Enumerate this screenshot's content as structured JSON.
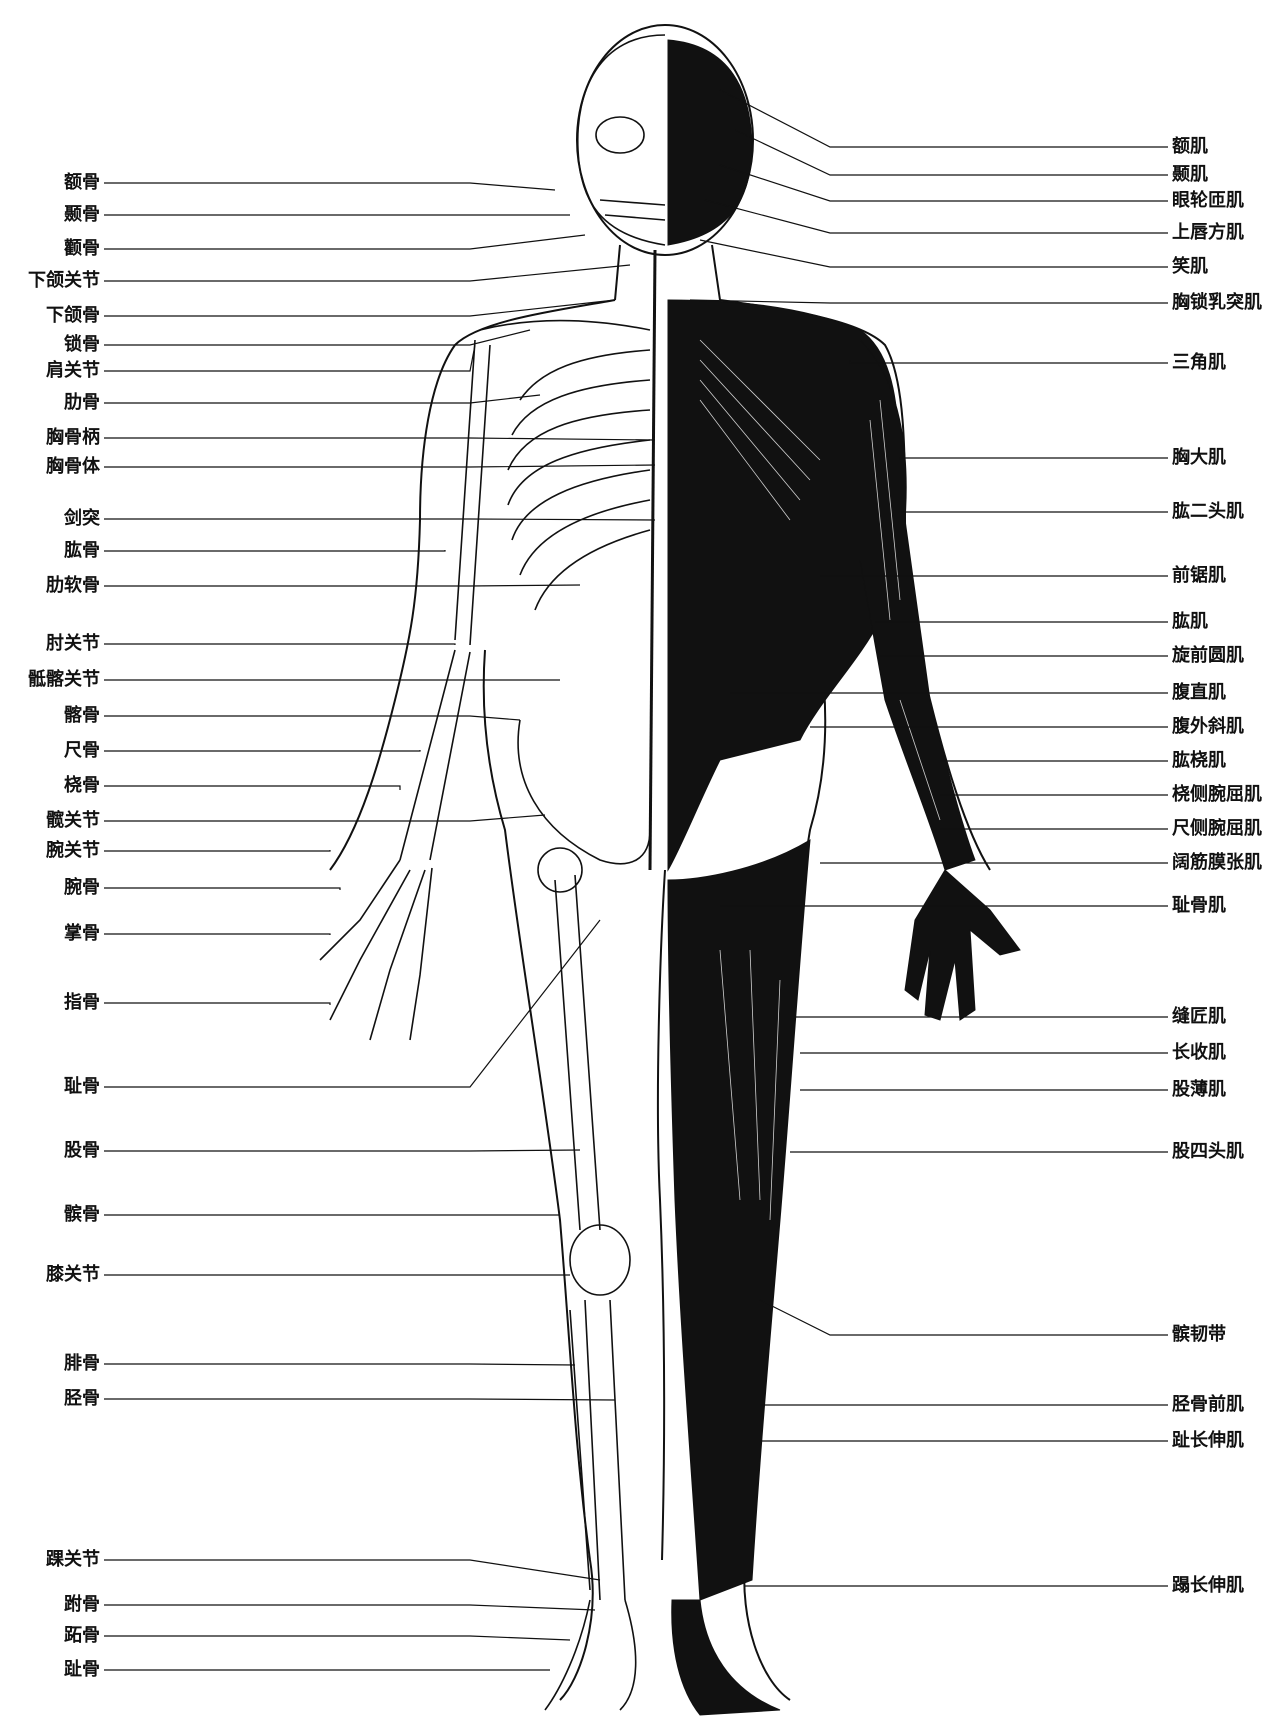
{
  "left_labels": [
    "额骨",
    "颞骨",
    "颧骨",
    "下颌关节",
    "下颌骨",
    "锁骨",
    "肩关节",
    "肋骨",
    "胸骨柄",
    "胸骨体",
    "剑突",
    "肱骨",
    "肋软骨",
    "肘关节",
    "骶髂关节",
    "髂骨",
    "尺骨",
    "桡骨",
    "髋关节",
    "腕关节",
    "腕骨",
    "掌骨",
    "指骨",
    "耻骨",
    "股骨",
    "髌骨",
    "膝关节",
    "腓骨",
    "胫骨",
    "踝关节",
    "跗骨",
    "跖骨",
    "趾骨"
  ],
  "right_labels": [
    "额肌",
    "颞肌",
    "眼轮匝肌",
    "上唇方肌",
    "笑肌",
    "胸锁乳突肌",
    "三角肌",
    "胸大肌",
    "肱二头肌",
    "前锯肌",
    "肱肌",
    "旋前圆肌",
    "腹直肌",
    "腹外斜肌",
    "肱桡肌",
    "桡侧腕屈肌",
    "尺侧腕屈肌",
    "阔筋膜张肌",
    "耻骨肌",
    "缝匠肌",
    "长收肌",
    "股薄肌",
    "股四头肌",
    "髌韧带",
    "胫骨前肌",
    "趾长伸肌",
    "蹋长伸肌"
  ]
}
